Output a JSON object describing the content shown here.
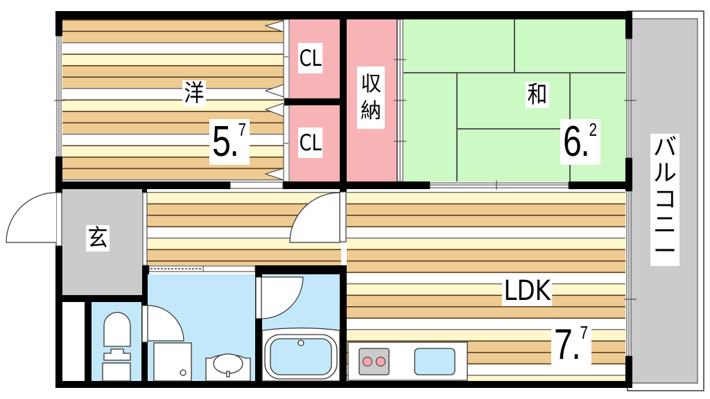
{
  "floor_plan": {
    "rooms": [
      {
        "id": "western",
        "label": "洋",
        "size_int": "5.",
        "size_dec": "7",
        "size_jo": "5.7",
        "floor": "wood"
      },
      {
        "id": "closet-1",
        "label": "CL",
        "floor": "storage"
      },
      {
        "id": "closet-2",
        "label": "CL",
        "floor": "storage"
      },
      {
        "id": "storage",
        "label": "収納",
        "floor": "storage"
      },
      {
        "id": "japanese",
        "label": "和",
        "size_int": "6.",
        "size_dec": "2",
        "size_jo": "6.2",
        "floor": "tatami"
      },
      {
        "id": "balcony",
        "label": "バルコニー",
        "floor": "balcony"
      },
      {
        "id": "entrance",
        "label": "玄",
        "floor": "entrance"
      },
      {
        "id": "ldk",
        "label": "LDK",
        "size_int": "7.",
        "size_dec": "7",
        "size_jo": "7.7",
        "floor": "wood"
      },
      {
        "id": "hallway",
        "label": "",
        "floor": "wood"
      },
      {
        "id": "toilet",
        "label": "",
        "floor": "wet"
      },
      {
        "id": "washroom",
        "label": "",
        "floor": "wet"
      },
      {
        "id": "bathroom",
        "label": "",
        "floor": "wet"
      }
    ],
    "fixtures": [
      "toilet-fixture",
      "washbasin",
      "washing-machine-pan",
      "bathtub",
      "stove-two-burner",
      "kitchen-sink"
    ]
  },
  "colors": {
    "wall": "#000000",
    "wood_tan": "#eecb93",
    "wood_cream": "#fff8cc",
    "wood_white": "#ffffff",
    "storage_pink": "#f7b3b5",
    "tatami_green": "#ccf9c4",
    "wet_blue": "#c3e8f9",
    "entrance_gray": "#cbcbcb",
    "balcony_gray": "#cbcbcb",
    "burner_pink": "#f6a6ad"
  }
}
